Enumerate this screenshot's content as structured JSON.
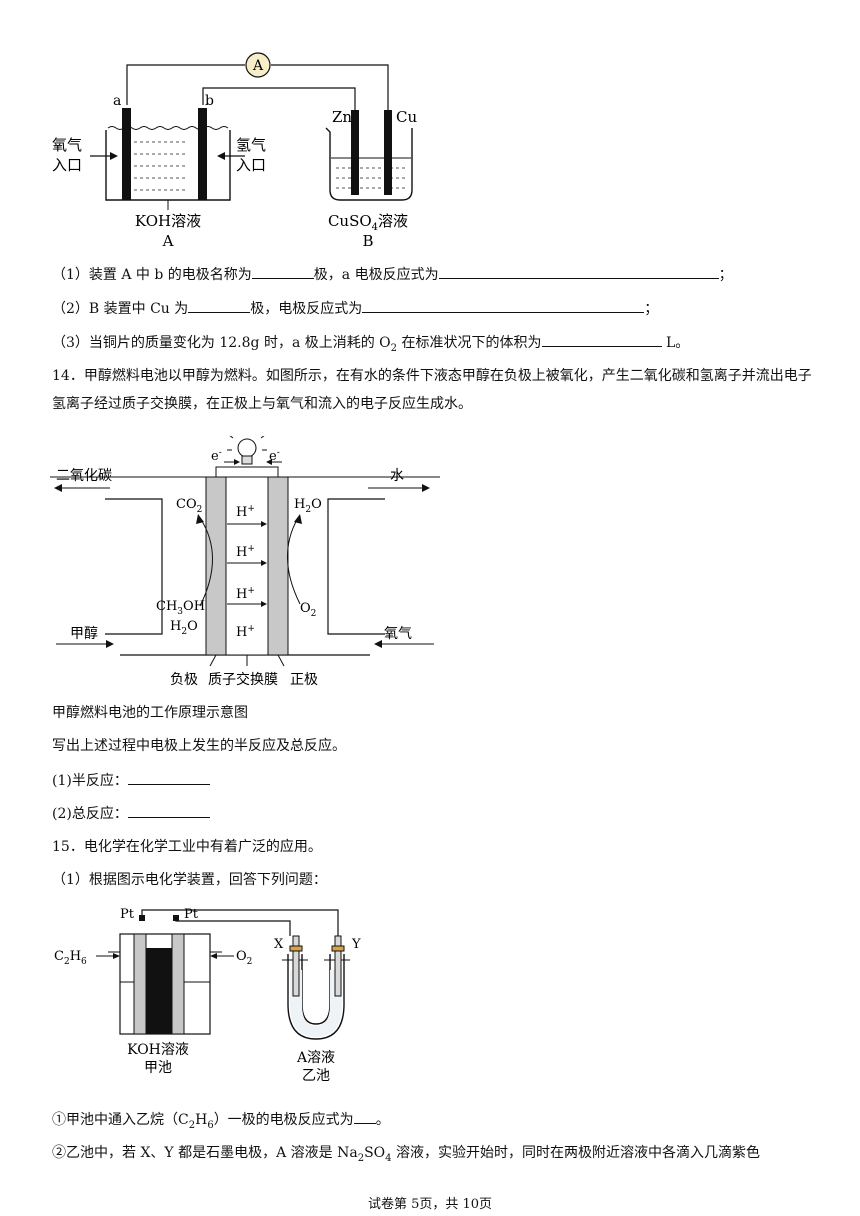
{
  "fig13": {
    "ammeter": "A",
    "electrode_a": "a",
    "electrode_b": "b",
    "oxygen_inlet": [
      "氧气",
      "入口"
    ],
    "hydrogen_inlet": [
      "氢气",
      "入口"
    ],
    "zn": "Zn",
    "cu": "Cu",
    "koh_solution": "KOH溶液",
    "device_a": "A",
    "cuso4_solution": "CuSO",
    "cuso4_sub": "4",
    "cuso4_suffix": "溶液",
    "device_b": "B"
  },
  "q13": {
    "p1_a": "（1）装置 A 中 b 的电极名称为",
    "p1_b": "极，a 电极反应式为",
    "p1_c": "；",
    "p2_a": "（2）B 装置中 Cu 为",
    "p2_b": "极，电极反应式为",
    "p2_c": "；",
    "p3_a": "（3）当铜片的质量变化为 12.8g 时，a 极上消耗的 O",
    "p3_sub": "2",
    "p3_b": " 在标准状况下的体积为",
    "p3_c": " L。"
  },
  "q14": {
    "stem": "14．甲醇燃料电池以甲醇为燃料。如图所示，在有水的条件下液态甲醇在负极上被氧化，产生二氧化碳和氢离子并流出电子氢离子经过质子交换膜，在正极上与氧气和流入的电子反应生成水。",
    "caption": "甲醇燃料电池的工作原理示意图",
    "instruction": "写出上述过程中电极上发生的半反应及总反应。",
    "half": "(1)半反应：",
    "total": "(2)总反应："
  },
  "fig14": {
    "co2_out": "二氧化碳",
    "water_out": "水",
    "methanol_in": "甲醇",
    "oxygen_in": "氧气",
    "electron": "e",
    "co2": "CO",
    "h2o_top": "H",
    "hplus": "H",
    "ch3oh": "CH",
    "h2o_bottom": "H",
    "o2": "O",
    "negative": "负极",
    "membrane": "质子交换膜",
    "positive": "正极"
  },
  "q15": {
    "stem": "15．电化学在化学工业中有着广泛的应用。",
    "sub1": "（1）根据图示电化学装置，回答下列问题：",
    "p1": "①甲池中通入乙烷（C",
    "p1_sub1": "2",
    "p1_mid": "H",
    "p1_sub2": "6",
    "p1_b": "）一极的电极反应式为",
    "p1_c": "。",
    "p2": "②乙池中，若 X、Y 都是石墨电极，A 溶液是 Na",
    "p2_sub1": "2",
    "p2_mid": "SO",
    "p2_sub2": "4",
    "p2_b": " 溶液，实验开始时，同时在两极附近溶液中各滴入几滴紫色"
  },
  "fig15": {
    "pt_left": "Pt",
    "pt_right": "Pt",
    "c2h6": "C",
    "o2": "O",
    "x": "X",
    "y": "Y",
    "koh_solution": "KOH溶液",
    "cell_jia": "甲池",
    "a_solution": "A溶液",
    "cell_yi": "乙池"
  },
  "footer": "试卷第 5页，共 10页"
}
